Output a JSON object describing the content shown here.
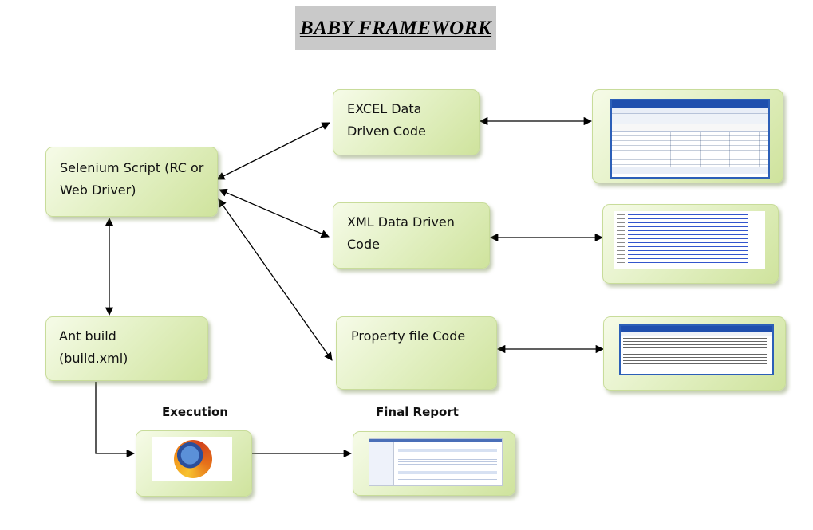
{
  "title": "BABY FRAMEWORK",
  "nodes": {
    "selenium": "Selenium Script (RC or Web Driver)",
    "ant": "Ant build (build.xml)",
    "excel": "EXCEL Data Driven Code",
    "xml": "XML Data Driven Code",
    "property": "Property file Code"
  },
  "captions": {
    "execution": "Execution",
    "final_report": "Final Report"
  },
  "thumbnails": {
    "excel": "excel-screenshot",
    "xml": "xml-code-screenshot",
    "property": "notepad-screenshot",
    "browser": "firefox-logo",
    "report": "report-screenshot"
  },
  "colors": {
    "box_fill": "#e4f1c6",
    "box_border": "#c8dc9a",
    "title_bg": "#c9c9c9"
  }
}
